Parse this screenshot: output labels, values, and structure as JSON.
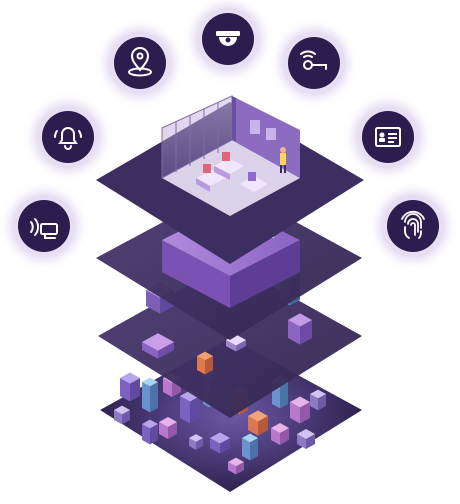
{
  "illustration": {
    "background_color": "#ffffff",
    "colors": {
      "layer_fill": "#3b2c5e",
      "layer_edge": "#2a1f47",
      "accent_purple": "#8f6ad0",
      "accent_pink": "#c978d8",
      "accent_orange": "#e8784e",
      "icon_disc": "#2b1d4d",
      "icon_halo": "#e6def3",
      "glyph": "#ffffff"
    },
    "layers": [
      {
        "name": "office-interior-layer"
      },
      {
        "name": "building-layer"
      },
      {
        "name": "campus-layer"
      },
      {
        "name": "city-layer"
      }
    ],
    "icons": [
      {
        "name": "card-reader-access-icon"
      },
      {
        "name": "alarm-bell-icon"
      },
      {
        "name": "location-pin-icon"
      },
      {
        "name": "dome-camera-icon"
      },
      {
        "name": "smart-door-lock-icon"
      },
      {
        "name": "id-badge-icon"
      },
      {
        "name": "fingerprint-icon"
      }
    ]
  }
}
